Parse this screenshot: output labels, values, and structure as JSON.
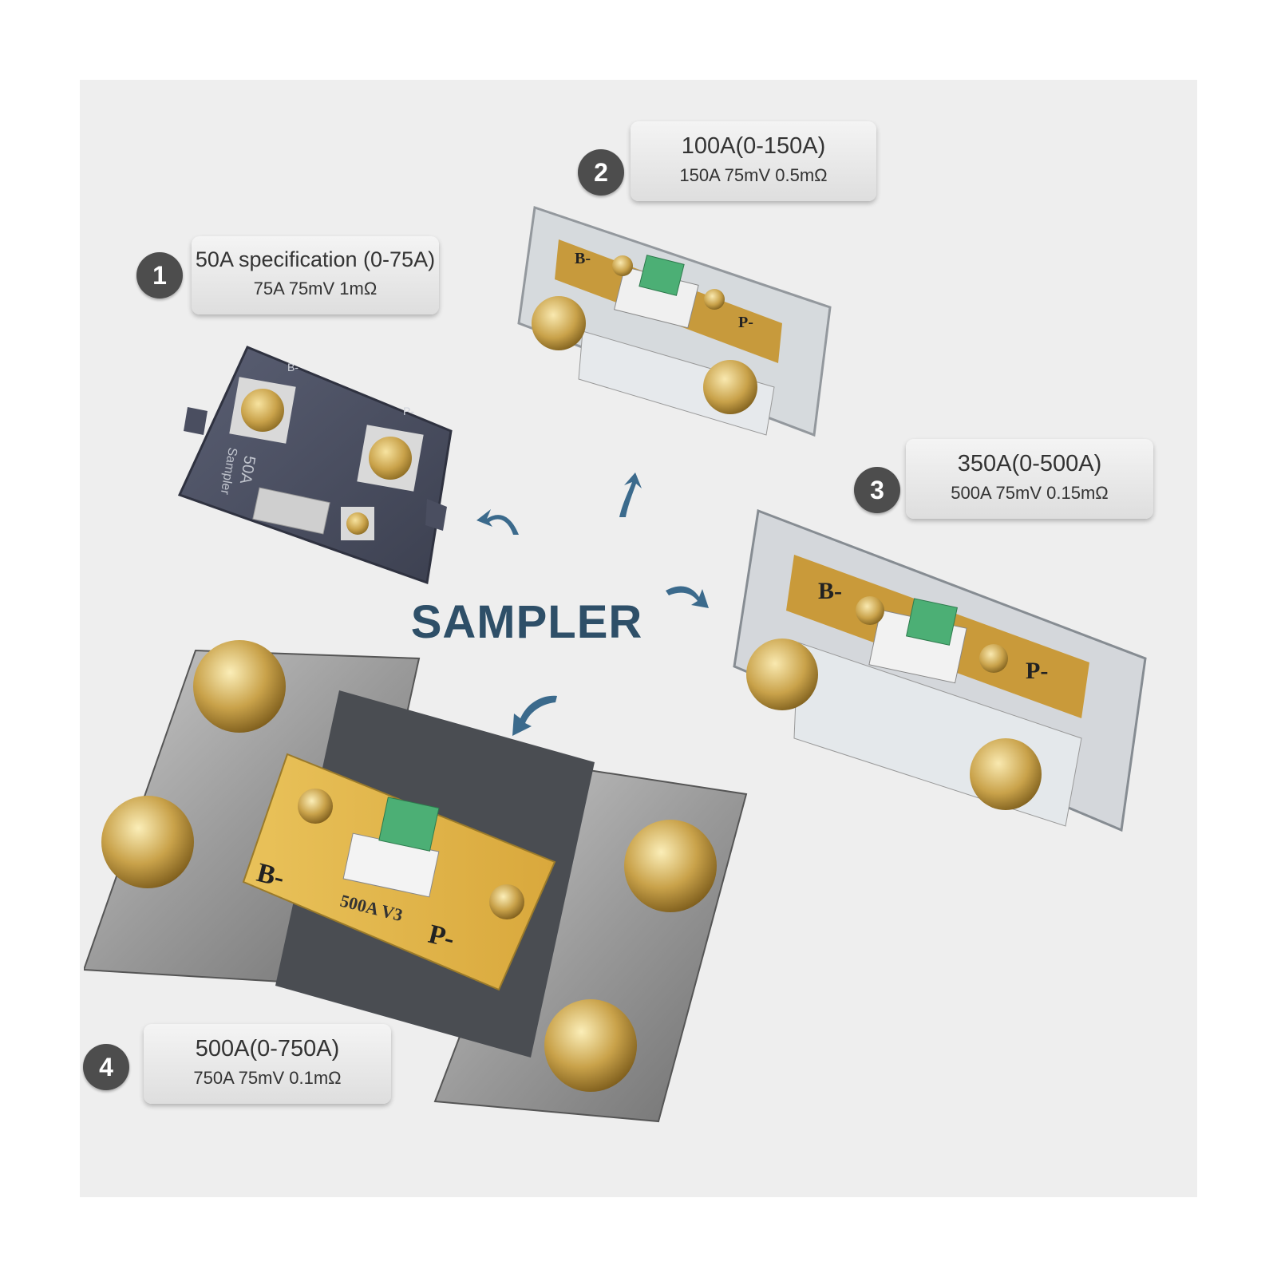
{
  "title": "SAMPLER",
  "items": [
    {
      "number": "1",
      "line1": "50A specification (0-75A)",
      "line2": "75A 75mV 1mΩ"
    },
    {
      "number": "2",
      "line1": "100A(0-150A)",
      "line2": "150A 75mV 0.5mΩ"
    },
    {
      "number": "3",
      "line1": "350A(0-500A)",
      "line2": "500A 75mV 0.15mΩ"
    },
    {
      "number": "4",
      "line1": "500A(0-750A)",
      "line2": "750A 75mV 0.1mΩ"
    }
  ],
  "product1": {
    "model": "50A",
    "name": "Sampler",
    "terminal_b": "B-",
    "terminal_p": "P-"
  },
  "product2": {
    "terminal_b": "B-",
    "terminal_p": "P-"
  },
  "product3": {
    "terminal_b": "B-",
    "terminal_p": "P-"
  },
  "product4": {
    "terminal_b": "B-",
    "terminal_p": "P-",
    "model": "500A V3"
  },
  "colors": {
    "title": "#2e4f68",
    "badge": "#4d4d4d",
    "brass": "#c9a24a",
    "pcb": "#e8b84a",
    "arrow": "#3b6a8c"
  }
}
